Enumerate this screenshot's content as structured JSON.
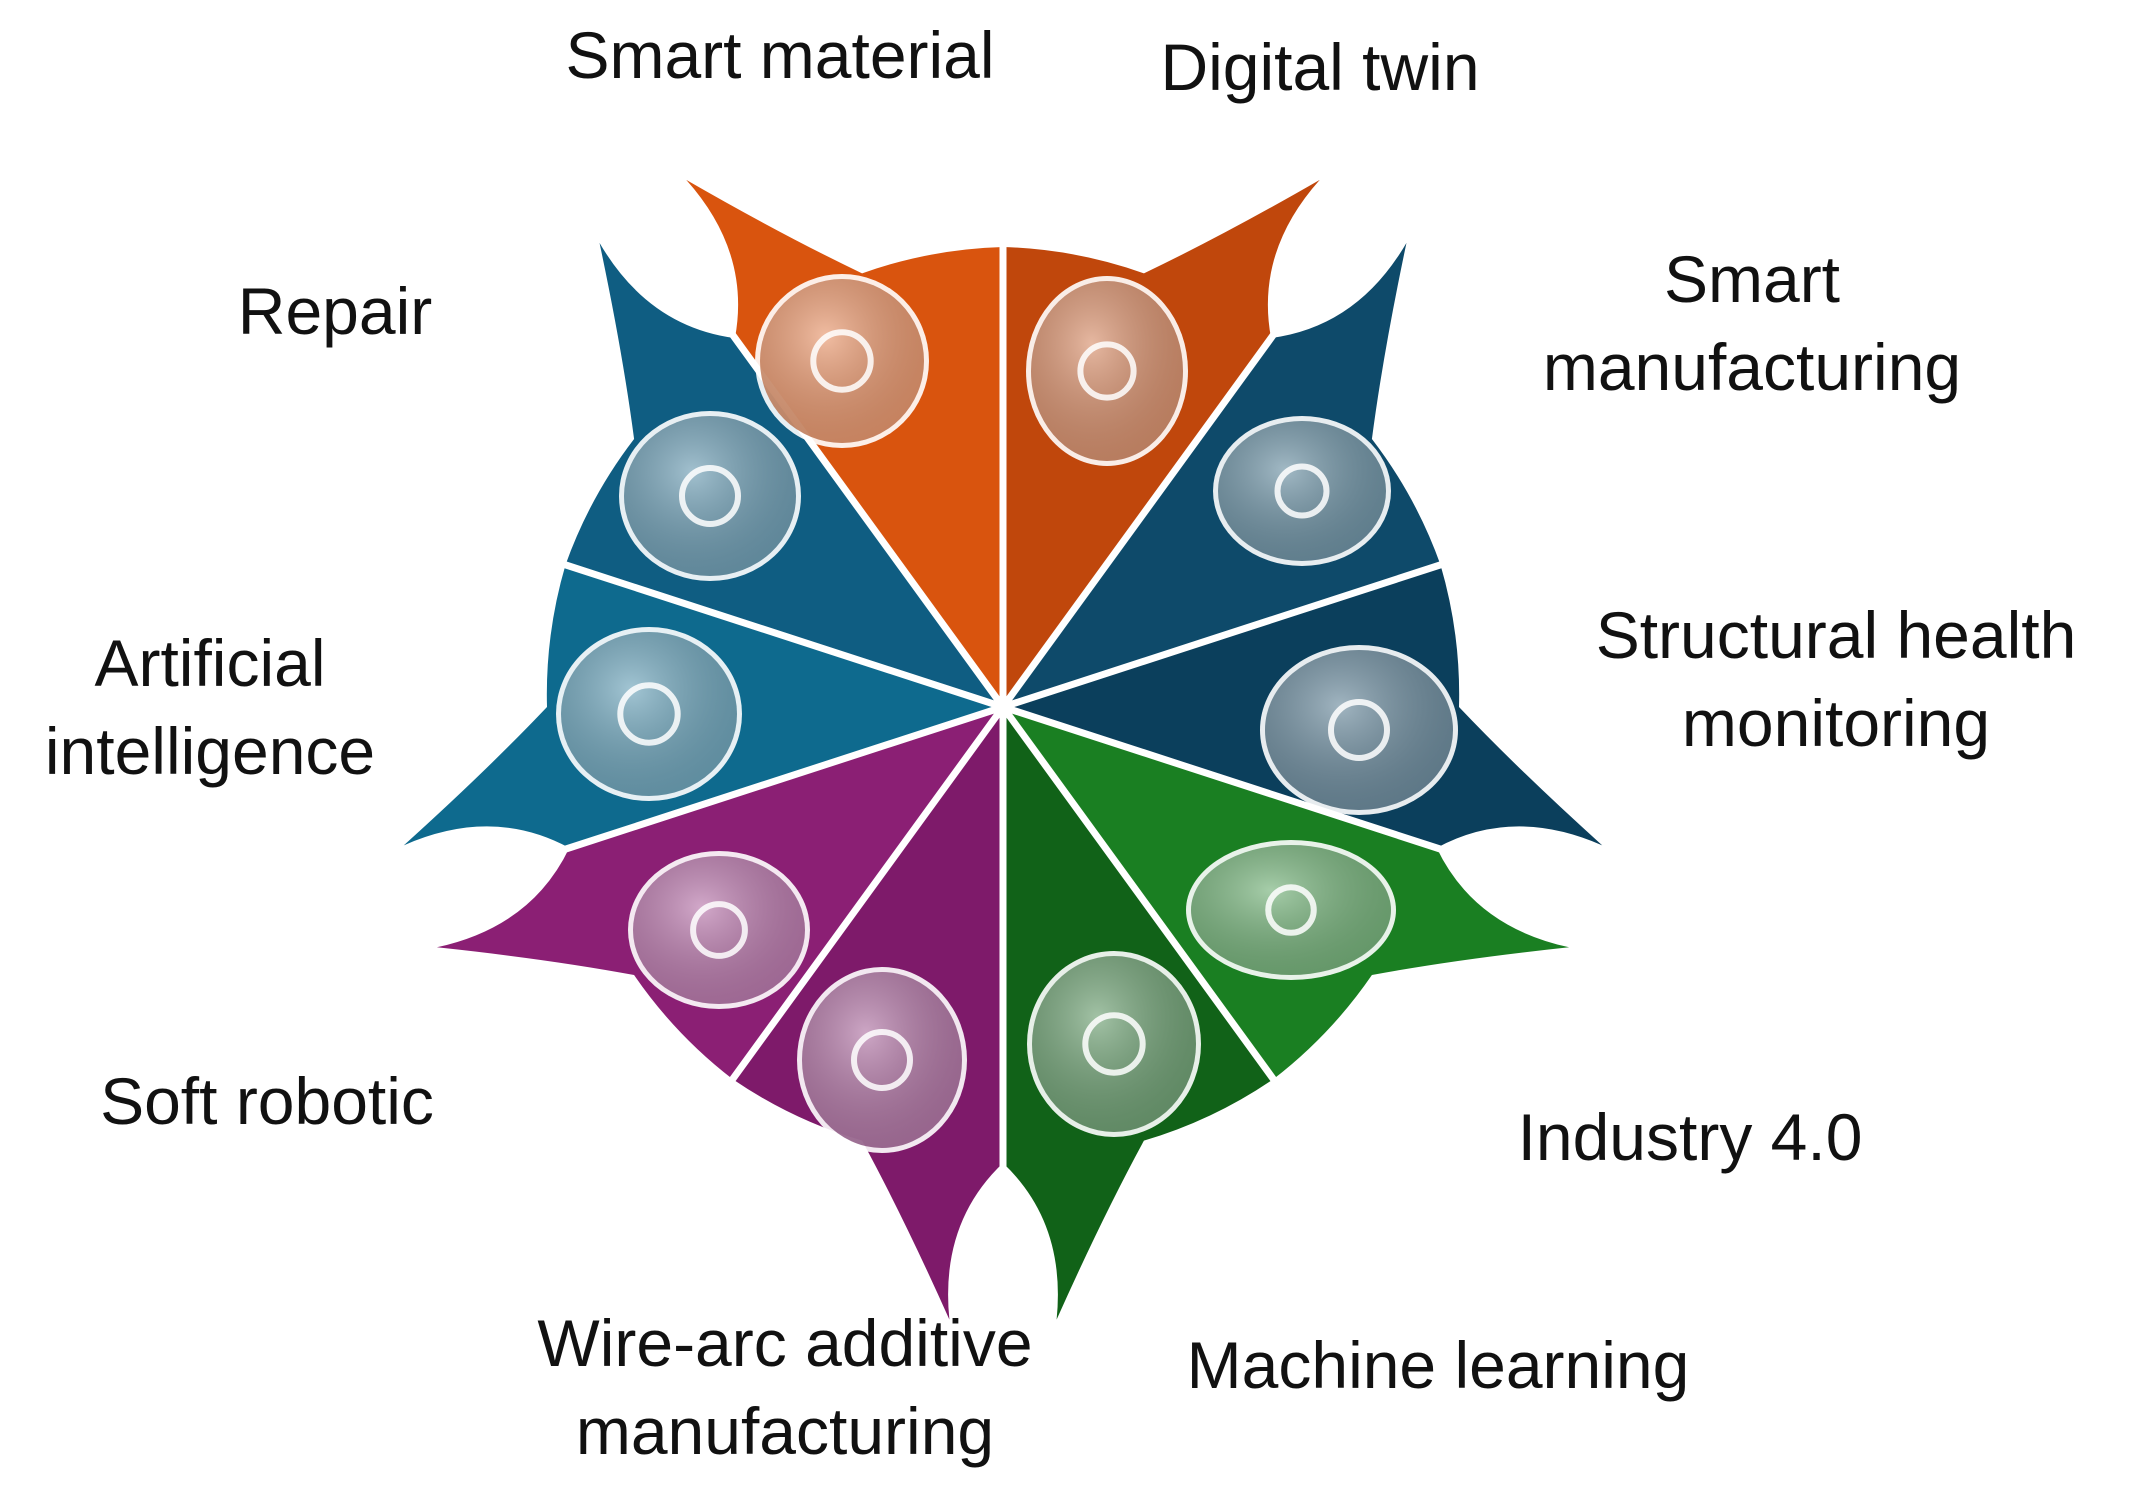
{
  "segments": [
    {
      "id": "smart-material",
      "lines": [
        "Smart material"
      ],
      "color": "#D9540E",
      "icon": "hexagon-network-icon"
    },
    {
      "id": "digital-twin",
      "lines": [
        "Digital twin"
      ],
      "color": "#C0470C",
      "icon": "digital-city-icon"
    },
    {
      "id": "smart-manufacturing",
      "lines": [
        "Smart",
        "manufacturing"
      ],
      "color": "#0E4A6A",
      "icon": "factory-wifi-icon"
    },
    {
      "id": "structural-health-monitoring",
      "lines": [
        "Structural health",
        "monitoring"
      ],
      "color": "#0B3F5C",
      "icon": "building-sensors-icon"
    },
    {
      "id": "industry-4",
      "lines": [
        "Industry 4.0"
      ],
      "color": "#1A7F22",
      "icon": "iot-robot-arm-icon"
    },
    {
      "id": "machine-learning",
      "lines": [
        "Machine learning"
      ],
      "color": "#116218",
      "icon": "circuit-brain-icon"
    },
    {
      "id": "wire-arc-additive-manufacturing",
      "lines": [
        "Wire-arc additive",
        "manufacturing"
      ],
      "color": "#7E1A6A",
      "icon": "welding-nozzle-icon"
    },
    {
      "id": "soft-robotic",
      "lines": [
        "Soft robotic"
      ],
      "color": "#8B1F74",
      "icon": "robotic-gripper-icon"
    },
    {
      "id": "artificial-intelligence",
      "lines": [
        "Artificial",
        "intelligence"
      ],
      "color": "#0E6A8E",
      "icon": "ai-brain-icon"
    },
    {
      "id": "repair",
      "lines": [
        "Repair"
      ],
      "color": "#0F5D82",
      "icon": "wrench-gear-fist-icon"
    }
  ]
}
